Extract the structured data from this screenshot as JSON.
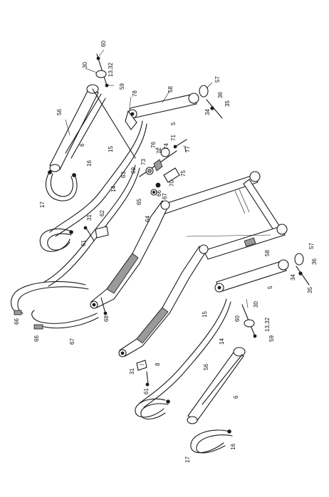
{
  "colors": {
    "line": "#1a1a1a",
    "paper": "#ffffff",
    "shade": "#9a9a9a"
  },
  "callouts": [
    {
      "id": "c60a",
      "text": "60"
    },
    {
      "id": "c30a",
      "text": "30"
    },
    {
      "id": "c1332a",
      "text": "13,32"
    },
    {
      "id": "c59a",
      "text": "59"
    },
    {
      "id": "c78",
      "text": "78"
    },
    {
      "id": "c58a",
      "text": "58"
    },
    {
      "id": "c5a",
      "text": "5"
    },
    {
      "id": "c57a",
      "text": "57"
    },
    {
      "id": "c36a",
      "text": "36"
    },
    {
      "id": "c34a",
      "text": "34"
    },
    {
      "id": "c35a",
      "text": "35"
    },
    {
      "id": "c56a",
      "text": "56"
    },
    {
      "id": "c6a",
      "text": "6"
    },
    {
      "id": "c15a",
      "text": "15"
    },
    {
      "id": "c76",
      "text": "76"
    },
    {
      "id": "c72",
      "text": "72"
    },
    {
      "id": "c74",
      "text": "74"
    },
    {
      "id": "c71",
      "text": "71"
    },
    {
      "id": "c77",
      "text": "77"
    },
    {
      "id": "c73",
      "text": "73"
    },
    {
      "id": "c69",
      "text": "69"
    },
    {
      "id": "c16a",
      "text": "16"
    },
    {
      "id": "c63",
      "text": "63"
    },
    {
      "id": "c14a",
      "text": "14"
    },
    {
      "id": "c75",
      "text": "75"
    },
    {
      "id": "c70",
      "text": "70"
    },
    {
      "id": "c66x",
      "text": "66"
    },
    {
      "id": "c67x",
      "text": "67"
    },
    {
      "id": "c65",
      "text": "65"
    },
    {
      "id": "c17a",
      "text": "17"
    },
    {
      "id": "c31a",
      "text": "31"
    },
    {
      "id": "c62",
      "text": "62"
    },
    {
      "id": "c64",
      "text": "64"
    },
    {
      "id": "c61a",
      "text": "61"
    },
    {
      "id": "c68",
      "text": "68"
    },
    {
      "id": "c66a",
      "text": "66"
    },
    {
      "id": "c66b",
      "text": "66"
    },
    {
      "id": "c67",
      "text": "67"
    },
    {
      "id": "c58b",
      "text": "58"
    },
    {
      "id": "c57b",
      "text": "57"
    },
    {
      "id": "c36b",
      "text": "36"
    },
    {
      "id": "c34b",
      "text": "34"
    },
    {
      "id": "c35b",
      "text": "35"
    },
    {
      "id": "c5b",
      "text": "5"
    },
    {
      "id": "c30b",
      "text": "30"
    },
    {
      "id": "c60b",
      "text": "60"
    },
    {
      "id": "c1332b",
      "text": "13,32"
    },
    {
      "id": "c59b",
      "text": "59"
    },
    {
      "id": "c15b",
      "text": "15"
    },
    {
      "id": "c14b",
      "text": "14"
    },
    {
      "id": "c8",
      "text": "8"
    },
    {
      "id": "c31b",
      "text": "31"
    },
    {
      "id": "c61b",
      "text": "61"
    },
    {
      "id": "c56b",
      "text": "56"
    },
    {
      "id": "c6b",
      "text": "6"
    },
    {
      "id": "c17b",
      "text": "17"
    },
    {
      "id": "c16b",
      "text": "16"
    }
  ]
}
